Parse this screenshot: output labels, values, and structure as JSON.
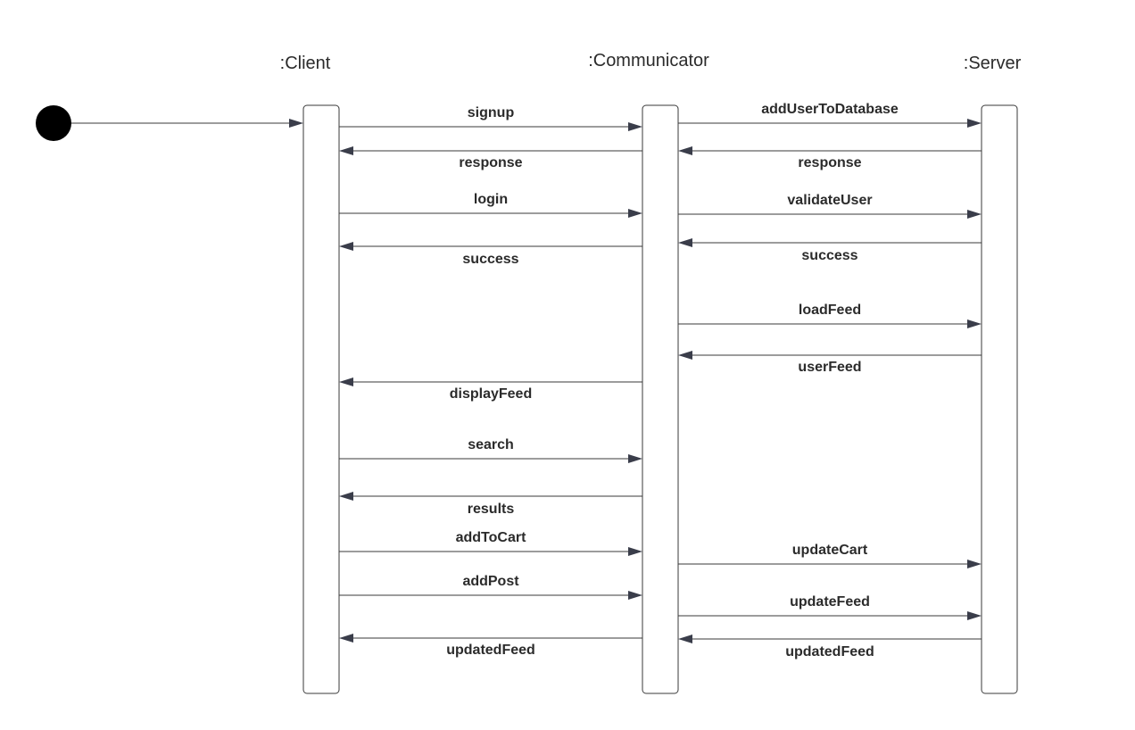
{
  "participants": [
    {
      "id": "client",
      "label": ":Client"
    },
    {
      "id": "communicator",
      "label": ":Communicator"
    },
    {
      "id": "server",
      "label": ":Server"
    }
  ],
  "start_node": {
    "name": "initial-state"
  },
  "messages": [
    {
      "label": "signup",
      "from": "client",
      "to": "communicator"
    },
    {
      "label": "addUserToDatabase",
      "from": "communicator",
      "to": "server"
    },
    {
      "label": "response",
      "from": "communicator",
      "to": "client"
    },
    {
      "label": "response",
      "from": "server",
      "to": "communicator"
    },
    {
      "label": "login",
      "from": "client",
      "to": "communicator"
    },
    {
      "label": "validateUser",
      "from": "communicator",
      "to": "server"
    },
    {
      "label": "success",
      "from": "communicator",
      "to": "client"
    },
    {
      "label": "success",
      "from": "server",
      "to": "communicator"
    },
    {
      "label": "loadFeed",
      "from": "communicator",
      "to": "server"
    },
    {
      "label": "userFeed",
      "from": "server",
      "to": "communicator"
    },
    {
      "label": "displayFeed",
      "from": "communicator",
      "to": "client"
    },
    {
      "label": "search",
      "from": "client",
      "to": "communicator"
    },
    {
      "label": "results",
      "from": "communicator",
      "to": "client"
    },
    {
      "label": "addToCart",
      "from": "client",
      "to": "communicator"
    },
    {
      "label": "updateCart",
      "from": "communicator",
      "to": "server"
    },
    {
      "label": "addPost",
      "from": "client",
      "to": "communicator"
    },
    {
      "label": "updateFeed",
      "from": "communicator",
      "to": "server"
    },
    {
      "label": "updatedFeed",
      "from": "communicator",
      "to": "client"
    },
    {
      "label": "updatedFeed",
      "from": "server",
      "to": "communicator"
    }
  ],
  "colors": {
    "line": "#3a3a3a",
    "arrowhead": "#3a3d4a",
    "text": "#2b2b2b",
    "start_node": "#000000"
  }
}
